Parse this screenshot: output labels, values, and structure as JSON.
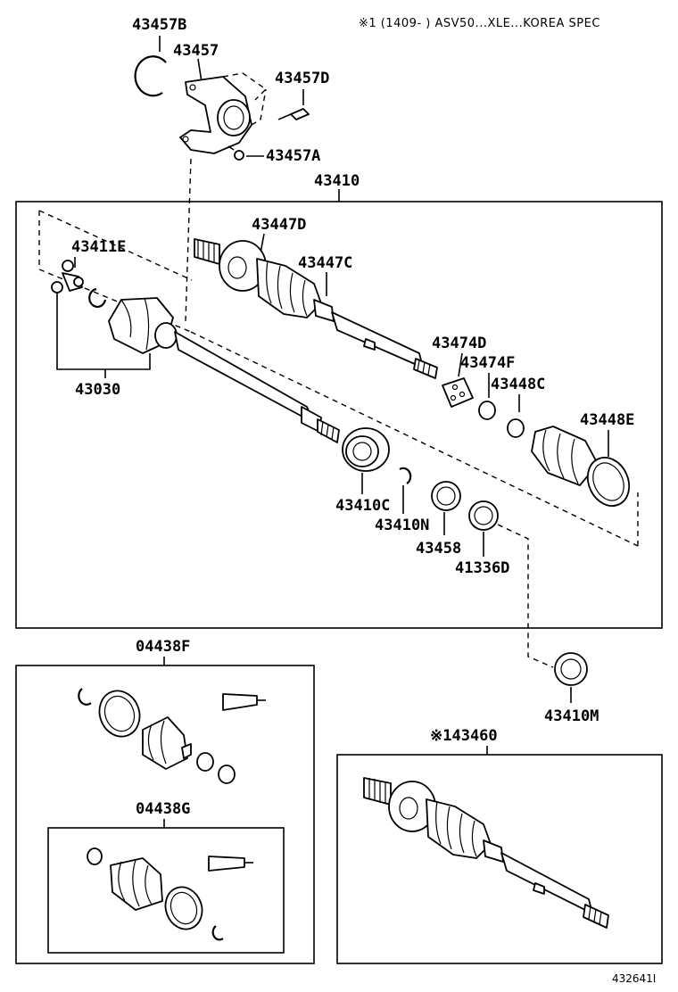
{
  "header_note": "※1 (1409-      ) ASV50...XLE...KOREA SPEC",
  "diagram_code": "432641I",
  "labels": {
    "p43457B": "43457B",
    "p43457": "43457",
    "p43457D": "43457D",
    "p43457A": "43457A",
    "p43410": "43410",
    "p43447D": "43447D",
    "p43447C": "43447C",
    "p43411E": "43411E",
    "p43030": "43030",
    "p43474D": "43474D",
    "p43474F": "43474F",
    "p43448C": "43448C",
    "p43448E": "43448E",
    "p43410C": "43410C",
    "p43410N": "43410N",
    "p43458": "43458",
    "p41336D": "41336D",
    "p43410M": "43410M",
    "p04438F": "04438F",
    "p04438G": "04438G",
    "p43460": "※143460"
  }
}
